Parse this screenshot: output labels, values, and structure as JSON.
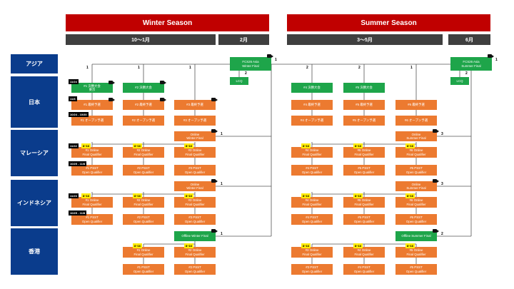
{
  "seasons": [
    {
      "title": "Winter Season",
      "periods": [
        "10〜1月",
        "2月"
      ]
    },
    {
      "title": "Summer Season",
      "periods": [
        "3〜5月",
        "6月"
      ]
    }
  ],
  "regions": [
    "アジア",
    "日本",
    "マレーシア",
    "インドネシア",
    "香港"
  ],
  "colors": {
    "season_red": "#c00000",
    "period_gray": "#3f3f3f",
    "region_blue": "#0a3c8c",
    "orange": "#ec7a30",
    "green": "#1ea54a",
    "yellow_tag": "#ffeb00"
  },
  "icons": [
    "camera-icon"
  ],
  "boxes": [
    {
      "id": "asia_w",
      "color": "green",
      "text": "FCS26 Asia\nWinter Final"
    },
    {
      "id": "lcq_w",
      "color": "green",
      "text": "LCQ"
    },
    {
      "id": "jp_w1_final",
      "color": "green",
      "text": "#1 決勝大会\n東京"
    },
    {
      "id": "jp_w2_final",
      "color": "green",
      "text": "#2 決勝大会"
    },
    {
      "id": "jp_w1_q",
      "color": "orange",
      "text": "#1 最終予選"
    },
    {
      "id": "jp_w2_q",
      "color": "orange",
      "text": "#2 最終予選"
    },
    {
      "id": "jp_w3_q",
      "color": "orange",
      "text": "#3 最終予選"
    },
    {
      "id": "jp_w1_o",
      "color": "orange",
      "text": "#1 オープン予選"
    },
    {
      "id": "jp_w2_o",
      "color": "orange",
      "text": "#2 オープン予選"
    },
    {
      "id": "jp_w3_o",
      "color": "orange",
      "text": "#3 オープン予選"
    },
    {
      "id": "my_w_final",
      "color": "orange",
      "text": "Online\nWinter Final"
    },
    {
      "id": "my_w1_f",
      "color": "orange",
      "text": "#1 Online\nFinal Qualifier"
    },
    {
      "id": "my_w2_f",
      "color": "orange",
      "text": "#2 Online\nFinal Qualifier"
    },
    {
      "id": "my_w3_f",
      "color": "orange",
      "text": "#3 Online\nFinal Qualifier"
    },
    {
      "id": "my_w1_o",
      "color": "orange",
      "text": "#1 PSST\nOpen Qualifier"
    },
    {
      "id": "my_w2_o",
      "color": "orange",
      "text": "#2 PSST\nOpen Qualifier"
    },
    {
      "id": "my_w3_o",
      "color": "orange",
      "text": "#3 PSST\nOpen Qualifier"
    },
    {
      "id": "id_w_final",
      "color": "orange",
      "text": "Online\nWinter Final"
    },
    {
      "id": "id_w1_f",
      "color": "orange",
      "text": "#1 Online\nFinal Qualifier"
    },
    {
      "id": "id_w2_f",
      "color": "orange",
      "text": "#2 Online\nFinal Qualifier"
    },
    {
      "id": "id_w3_f",
      "color": "orange",
      "text": "#3 Online\nFinal Qualifier"
    },
    {
      "id": "id_w1_o",
      "color": "orange",
      "text": "#1 PSST\nOpen Qualifier"
    },
    {
      "id": "id_w2_o",
      "color": "orange",
      "text": "#2 PSST\nOpen Qualifier"
    },
    {
      "id": "id_w3_o",
      "color": "orange",
      "text": "#3 PSST\nOpen Qualifier"
    },
    {
      "id": "hk_w_final",
      "color": "green",
      "text": "Offline Winter Final"
    },
    {
      "id": "hk_w1_f",
      "color": "orange",
      "text": "#1 Online\nFinal Qualifier"
    },
    {
      "id": "hk_w2_f",
      "color": "orange",
      "text": "#2 Online\nFinal Qualifier"
    },
    {
      "id": "hk_w1_o",
      "color": "orange",
      "text": "#1 PSST\nOpen Qualifier"
    },
    {
      "id": "hk_w2_o",
      "color": "orange",
      "text": "#2 PSST\nOpen Qualifier"
    },
    {
      "id": "asia_s",
      "color": "green",
      "text": "FCS26 Asia\nSummer Final"
    },
    {
      "id": "lcq_s",
      "color": "green",
      "text": "LCQ"
    },
    {
      "id": "jp_s4_final",
      "color": "green",
      "text": "#4 決勝大会"
    },
    {
      "id": "jp_s5_final",
      "color": "green",
      "text": "#5 決勝大会"
    },
    {
      "id": "jp_s4_q",
      "color": "orange",
      "text": "#4 最終予選"
    },
    {
      "id": "jp_s5_q",
      "color": "orange",
      "text": "#5 最終予選"
    },
    {
      "id": "jp_s6_q",
      "color": "orange",
      "text": "#6 最終予選"
    },
    {
      "id": "jp_s4_o",
      "color": "orange",
      "text": "#4 オープン予選"
    },
    {
      "id": "jp_s5_o",
      "color": "orange",
      "text": "#5 オープン予選"
    },
    {
      "id": "jp_s6_o",
      "color": "orange",
      "text": "#6 オープン予選"
    },
    {
      "id": "my_s_final",
      "color": "orange",
      "text": "Online\nSummer Final"
    },
    {
      "id": "my_s4_f",
      "color": "orange",
      "text": "#4 Online\nFinal Qualifier"
    },
    {
      "id": "my_s5_f",
      "color": "orange",
      "text": "#5 Online\nFinal Qualifier"
    },
    {
      "id": "my_s6_f",
      "color": "orange",
      "text": "#6 Online\nFinal Qualifier"
    },
    {
      "id": "my_s4_o",
      "color": "orange",
      "text": "#4 PSST\nOpen Qualifier"
    },
    {
      "id": "my_s5_o",
      "color": "orange",
      "text": "#5 PSST\nOpen Qualifier"
    },
    {
      "id": "my_s6_o",
      "color": "orange",
      "text": "#6 PSST\nOpen Qualifier"
    },
    {
      "id": "id_s_final",
      "color": "orange",
      "text": "Online\nSummer Final"
    },
    {
      "id": "id_s4_f",
      "color": "orange",
      "text": "#4 Online\nFinal Qualifier"
    },
    {
      "id": "id_s5_f",
      "color": "orange",
      "text": "#5 Online\nFinal Qualifier"
    },
    {
      "id": "id_s6_f",
      "color": "orange",
      "text": "#6 Online\nFinal Qualifier"
    },
    {
      "id": "id_s4_o",
      "color": "orange",
      "text": "#4 PSST\nOpen Qualifier"
    },
    {
      "id": "id_s5_o",
      "color": "orange",
      "text": "#5 PSST\nOpen Qualifier"
    },
    {
      "id": "id_s6_o",
      "color": "orange",
      "text": "#6 PSST\nOpen Qualifier"
    },
    {
      "id": "hk_s_final",
      "color": "green",
      "text": "Offline Summer Final"
    },
    {
      "id": "hk_s3_f",
      "color": "orange",
      "text": "#3 Online\nFinal Qualifier"
    },
    {
      "id": "hk_s4_f",
      "color": "orange",
      "text": "#4 Online\nFinal Qualifier"
    },
    {
      "id": "hk_s5_f",
      "color": "orange",
      "text": "#5 Online\nFinal Qualifier"
    },
    {
      "id": "hk_s3_o",
      "color": "orange",
      "text": "#3 PSST\nOpen Qualifier"
    },
    {
      "id": "hk_s4_o",
      "color": "orange",
      "text": "#4 PSST\nOpen Qualifier"
    },
    {
      "id": "hk_s5_o",
      "color": "orange",
      "text": "#5 PSST\nOpen Qualifier"
    }
  ],
  "date_tags": [
    {
      "id": "d_jp_final",
      "text": "11/24"
    },
    {
      "id": "d_jp_q",
      "text": "11/8"
    },
    {
      "id": "d_jp_o",
      "text": "10/24 - 10/30"
    },
    {
      "id": "d_my_f",
      "text": "11/22"
    },
    {
      "id": "d_my_o",
      "text": "10/25 - 11/8"
    },
    {
      "id": "d_id_f",
      "text": "11/23"
    },
    {
      "id": "d_id_o",
      "text": "10/25 - 11/8"
    }
  ],
  "range_tag_text": "8~16",
  "slot_numbers": [
    {
      "id": "n_asia_w",
      "text": "1"
    },
    {
      "id": "n_lcq_w",
      "text": "2"
    },
    {
      "id": "n_jp_w1",
      "text": "1"
    },
    {
      "id": "n_jp_w2",
      "text": "1"
    },
    {
      "id": "n_jp_w3",
      "text": "1"
    },
    {
      "id": "n_my_w",
      "text": "1"
    },
    {
      "id": "n_id_w",
      "text": "1"
    },
    {
      "id": "n_hk_w",
      "text": "1"
    },
    {
      "id": "n_asia_s",
      "text": "1"
    },
    {
      "id": "n_lcq_s",
      "text": "2"
    },
    {
      "id": "n_jp_s4",
      "text": "2"
    },
    {
      "id": "n_jp_s5",
      "text": "2"
    },
    {
      "id": "n_jp_s6",
      "text": "1"
    },
    {
      "id": "n_my_s",
      "text": "3"
    },
    {
      "id": "n_id_s",
      "text": "3"
    },
    {
      "id": "n_hk_s",
      "text": "2"
    }
  ]
}
